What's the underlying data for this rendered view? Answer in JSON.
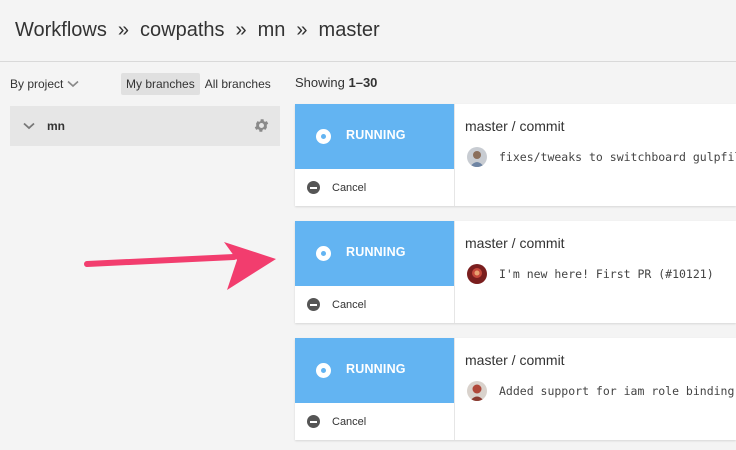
{
  "breadcrumb": {
    "items": [
      "Workflows",
      "cowpaths",
      "mn",
      "master"
    ],
    "separator": "»"
  },
  "sidebar": {
    "filter_label": "By project",
    "toggles": [
      {
        "label": "My branches",
        "active": true
      },
      {
        "label": "All branches",
        "active": false
      }
    ],
    "project": {
      "name": "mn"
    }
  },
  "main": {
    "showing_prefix": "Showing ",
    "showing_range": "1–30",
    "workflows": [
      {
        "status": "RUNNING",
        "cancel_label": "Cancel",
        "branch": "master / commit",
        "commit": "fixes/tweaks to switchboard gulpfile",
        "avatar_color": "#9aa6b2"
      },
      {
        "status": "RUNNING",
        "cancel_label": "Cancel",
        "branch": "master / commit",
        "commit": "I'm new here! First PR (#10121)",
        "avatar_color": "#8c2a2a"
      },
      {
        "status": "RUNNING",
        "cancel_label": "Cancel",
        "branch": "master / commit",
        "commit": "Added support for iam role binding",
        "avatar_color": "#b0483a"
      }
    ]
  },
  "colors": {
    "running": "#63b4f2",
    "annotation_arrow": "#f23d6e"
  }
}
